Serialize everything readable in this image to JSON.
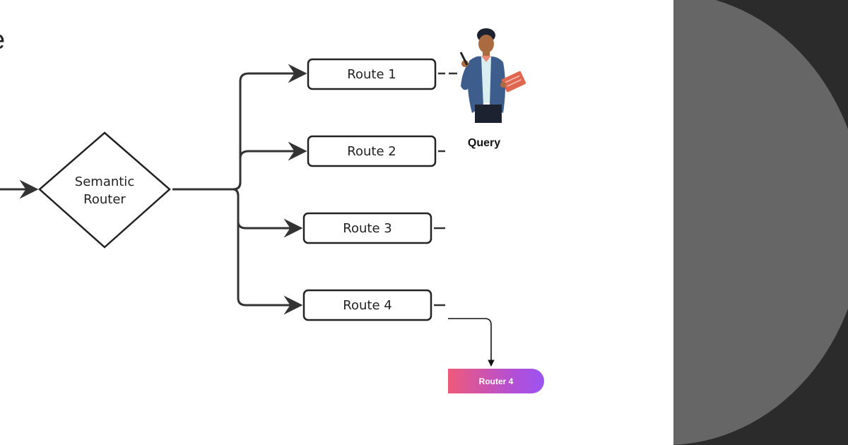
{
  "title": "e",
  "diagram": {
    "router": {
      "label_line1": "Semantic",
      "label_line2": "Router"
    },
    "routes": [
      {
        "label": "Route 1"
      },
      {
        "label": "Route 2"
      },
      {
        "label": "Route 3"
      },
      {
        "label": "Route 4"
      }
    ],
    "query_label": "Query",
    "output_pill": "Router 4",
    "colors": {
      "stroke": "#333333",
      "pill_start": "#ee5a7a",
      "pill_end": "#9b54f0",
      "right_bg": "#2b2b2b",
      "right_circle": "#666666"
    }
  }
}
